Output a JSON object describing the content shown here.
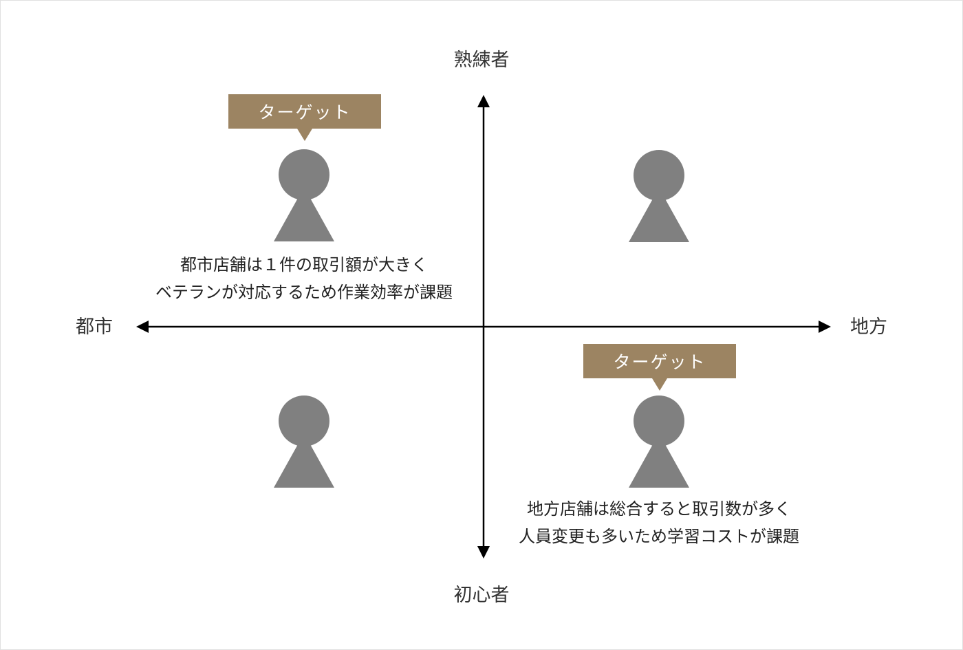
{
  "axes": {
    "top": "熟練者",
    "bottom": "初心者",
    "left": "都市",
    "right": "地方"
  },
  "quadrants": [
    {
      "position": "top-left",
      "tag": "ターゲット",
      "description": [
        "都市店舗は１件の取引額が大きく",
        "ベテランが対応するため作業効率が課題"
      ]
    },
    {
      "position": "top-right"
    },
    {
      "position": "bottom-left"
    },
    {
      "position": "bottom-right",
      "tag": "ターゲット",
      "description": [
        "地方店舗は総合すると取引数が多く",
        "人員変更も多いため学習コストが課題"
      ]
    }
  ],
  "colors": {
    "tag": "#9c8462",
    "person": "#808080",
    "axis": "#000000"
  },
  "icons": [
    "person-icon",
    "arrow-up-icon",
    "arrow-down-icon",
    "arrow-left-icon",
    "arrow-right-icon"
  ]
}
